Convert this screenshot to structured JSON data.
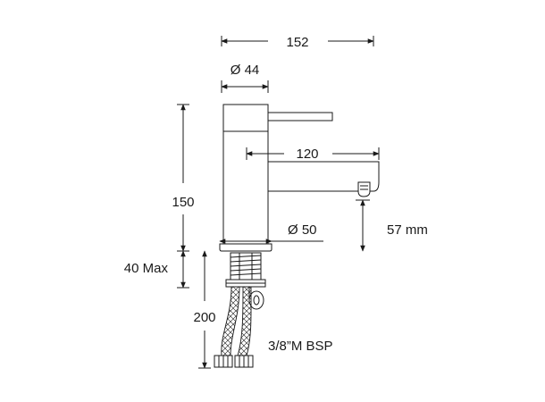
{
  "dimensions": {
    "overall_width": "152",
    "handle_diameter": "Ø 44",
    "body_height": "150",
    "spout_reach": "120",
    "base_diameter": "Ø 50",
    "spout_height": "57 mm",
    "mounting_depth": "40 Max",
    "hose_length": "200",
    "hose_connection": "3/8”M BSP"
  }
}
